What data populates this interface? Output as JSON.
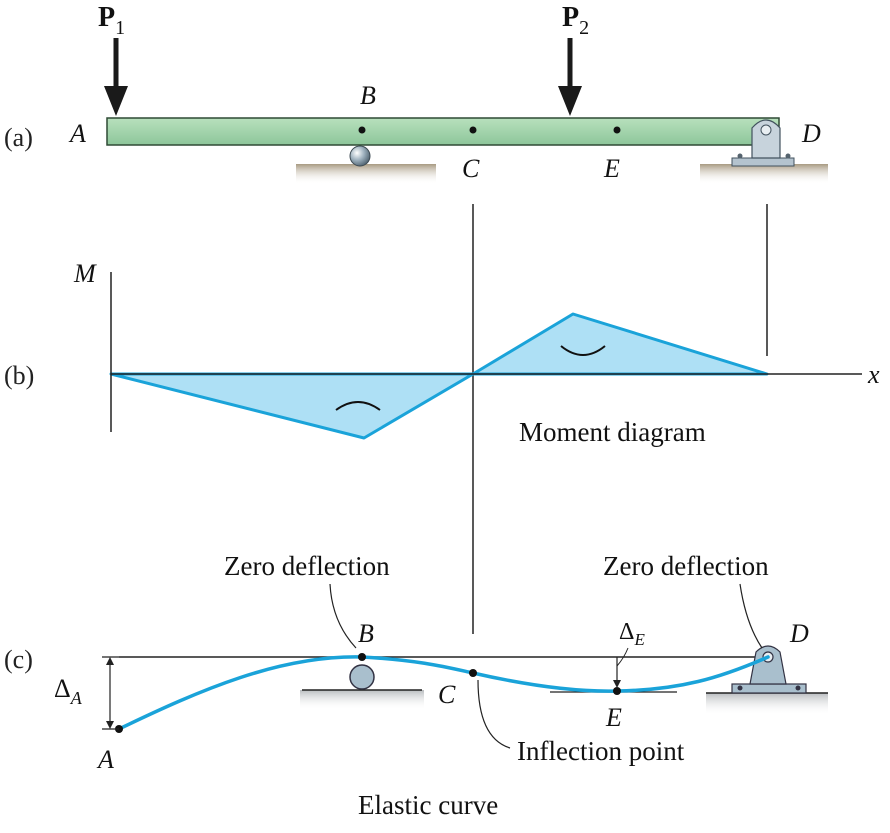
{
  "parts": {
    "a": "(a)",
    "b": "(b)",
    "c": "(c)"
  },
  "beam": {
    "load1_main": "P",
    "load1_sub": "1",
    "load2_main": "P",
    "load2_sub": "2",
    "point_a": "A",
    "point_b": "B",
    "point_c": "C",
    "point_d": "D",
    "point_e": "E"
  },
  "moment_diagram": {
    "axis_m": "M",
    "axis_x": "x",
    "caption": "Moment diagram"
  },
  "elastic_curve": {
    "zero_deflection_left": "Zero deflection",
    "zero_deflection_right": "Zero deflection",
    "inflection_point": "Inflection point",
    "delta_a_main": "Δ",
    "delta_a_sub": "A",
    "delta_e_main": "Δ",
    "delta_e_sub": "E",
    "point_a": "A",
    "point_b": "B",
    "point_c": "C",
    "point_d": "D",
    "point_e": "E",
    "caption": "Elastic curve"
  },
  "colors": {
    "beam_fill": "#9ccfa6",
    "curve": "#1aa3d9",
    "moment_fill": "#aee0f5",
    "ground": "#b8ab96"
  }
}
